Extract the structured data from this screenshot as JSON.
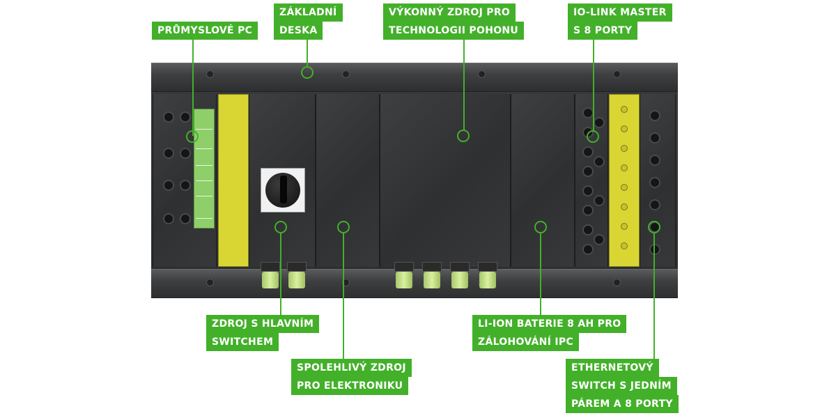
{
  "labels": {
    "prumyslove_pc": [
      "PRŮMYSLOVÉ PC"
    ],
    "zakladni_deska": [
      "ZÁKLADNÍ",
      "DESKA"
    ],
    "vykonny_zdroj": [
      "VÝKONNÝ ZDROJ PRO",
      "TECHNOLOGII POHONU"
    ],
    "io_link": [
      "IO-LINK MASTER",
      "S 8 PORTY"
    ],
    "zdroj_switch": [
      "ZDROJ S HLAVNÍM",
      "SWITCHEM"
    ],
    "spolehlivy_zdroj": [
      "SPOLEHLIVÝ ZDROJ",
      "PRO ELEKTRONIKU"
    ],
    "li_ion": [
      "LI-ION BATERIE 8 AH PRO",
      "ZÁLOHOVÁNÍ IPC"
    ],
    "ethernet": [
      "ETHERNETOVÝ",
      "SWITCH S JEDNÍM",
      "PÁREM A 8 PORTY"
    ]
  },
  "colors": {
    "label_bg": "#43b02a",
    "label_text": "#ffffff",
    "io_module": "#d9d633",
    "cabinet": "#2f3032"
  }
}
